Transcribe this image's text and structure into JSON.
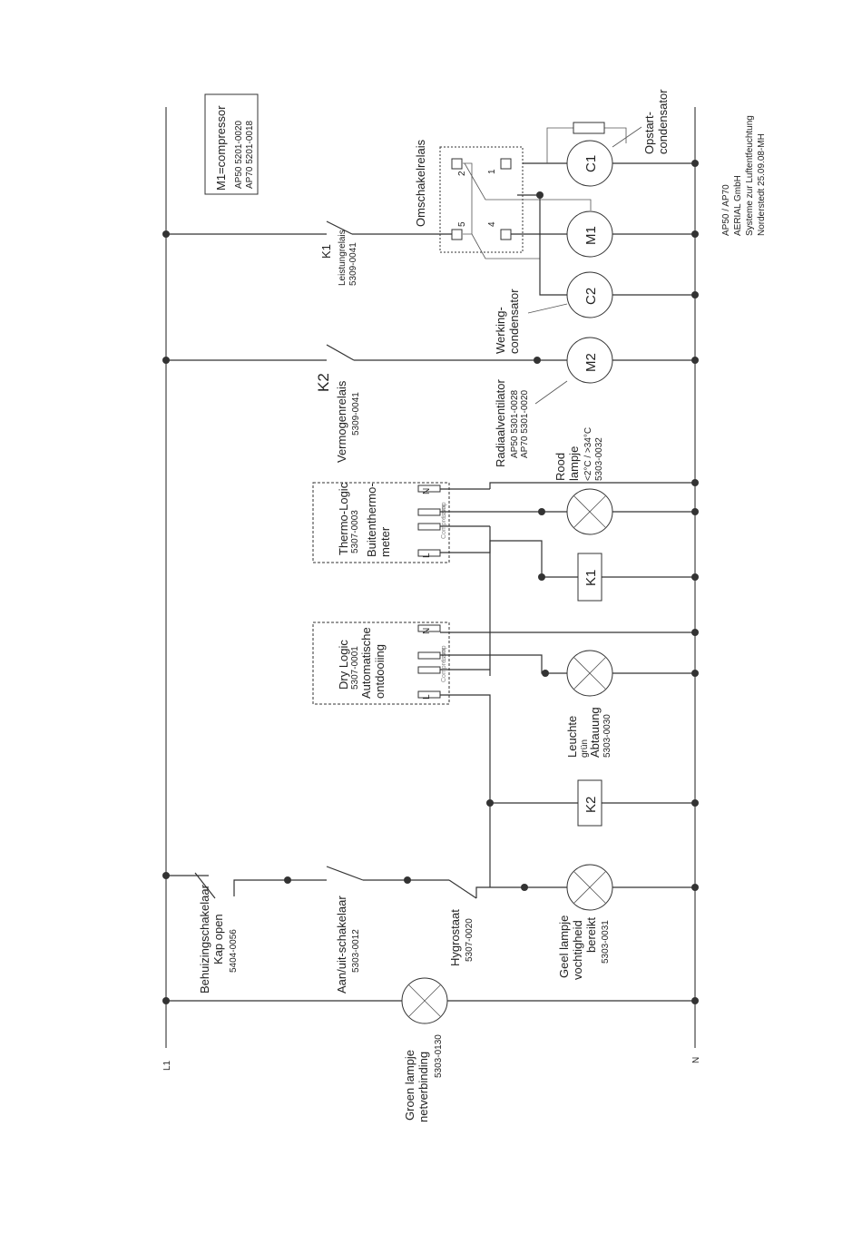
{
  "rails": {
    "l1": "L1",
    "n": "N"
  },
  "compressor_note": {
    "title": "M1=compressor",
    "line1": "AP50  5201-0020",
    "line2": "AP70  5201-0018"
  },
  "omschakelrelais": {
    "label": "Omschakelrelais",
    "pin2": "2",
    "pin1": "1",
    "pin5": "5",
    "pin4": "4"
  },
  "opstart": {
    "line1": "Opstart-",
    "line2": "condensator"
  },
  "components": {
    "c1": "C1",
    "m1": "M1",
    "c2": "C2",
    "m2": "M2",
    "k1": "K1",
    "k2": "K2"
  },
  "k1_relay": {
    "name": "K1",
    "line1": "Leistungrelais",
    "line2": "5309-0041"
  },
  "werking": {
    "line1": "Werking-",
    "line2": "condensator"
  },
  "k2_relay": {
    "name": "K2",
    "line1": "Vermogenrelais",
    "line2": "5309-0041"
  },
  "radiaal": {
    "line1": "Radiaalventilator",
    "line2": "AP50  5301-0028",
    "line3": "AP70  5301-0020"
  },
  "rood": {
    "line1": "Rood",
    "line2": "lampje",
    "line3": "<2°C / >34°C",
    "line4": "5303-0032"
  },
  "thermo": {
    "line1": "Thermo-Logic",
    "line2": "5307-0003",
    "line3": "Buitenthermo-",
    "line4": "meter",
    "pin_n": "N",
    "pin_l": "L",
    "pin_lamp": "Lamp",
    "pin_comp": "Compressor"
  },
  "dry": {
    "line1": "Dry Logic",
    "line2": "5307-0001",
    "line3": "Automatische",
    "line4": "ontdooiing",
    "pin_n": "N",
    "pin_l": "L",
    "pin_lamp": "Lamp",
    "pin_comp": "Compressor"
  },
  "leuchte": {
    "line1": "Leuchte",
    "line2": "grün",
    "line3": "Abtauung",
    "line4": "5303-0030"
  },
  "behuizing": {
    "line1": "Behuizingschakelaar",
    "line2": "Kap open",
    "line3": "5404-0056"
  },
  "aanuit": {
    "line1": "Aan/uit-schakelaar",
    "line2": "5303-0012"
  },
  "hygro": {
    "line1": "Hygrostaat",
    "line2": "5307-0020"
  },
  "geel": {
    "line1": "Geel lampje",
    "line2": "vochtigheid",
    "line3": "bereikt",
    "line4": "5303-0031"
  },
  "groen": {
    "line1": "Groen lampje",
    "line2": "netverbinding",
    "line3": "5303-0130"
  },
  "company": {
    "line1": "AP50 / AP70",
    "line2": "AERIAL GmbH",
    "line3": "Systeme zur Luftentfeuchtung",
    "line4": "Norderstedt 25.09.08-MH"
  }
}
